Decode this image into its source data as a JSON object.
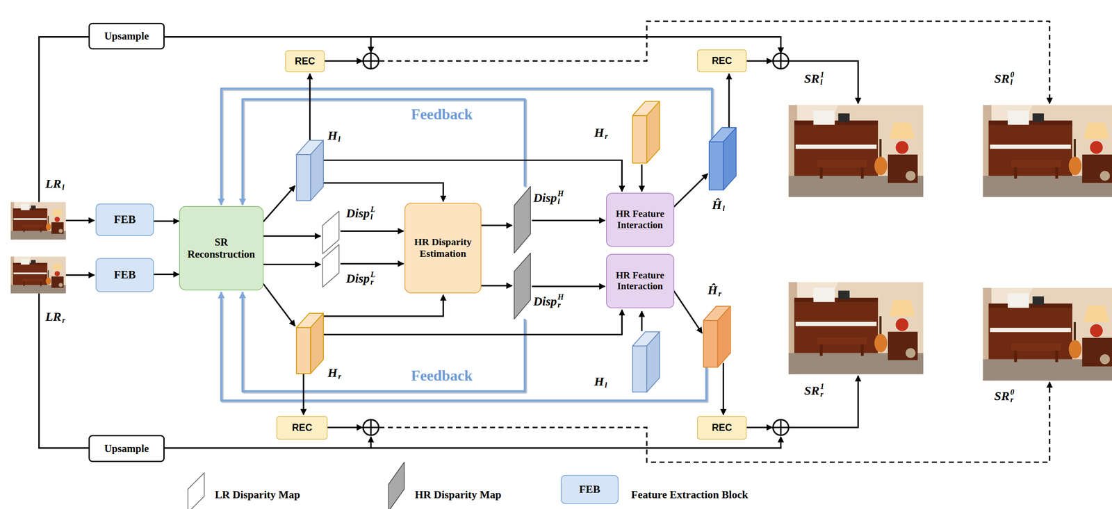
{
  "diagram": {
    "nodes": [
      {
        "text": [
          "Upsample"
        ]
      },
      {
        "text": [
          "REC"
        ]
      },
      {
        "text": [
          "REC"
        ]
      },
      {
        "text": [
          "FEB"
        ]
      },
      {
        "text": [
          "FEB"
        ]
      },
      {
        "text": [
          "SR Reconstruction"
        ]
      },
      {
        "text": [
          "HR Disparity Estimation"
        ]
      },
      {
        "text": [
          "HR Feature Interaction"
        ]
      },
      {
        "text": [
          "HR Feature Interaction"
        ]
      },
      {
        "text": [
          "REC"
        ]
      },
      {
        "text": [
          "REC"
        ]
      },
      {
        "text": [
          "Upsample"
        ]
      }
    ],
    "edges": [
      {
        "from": 3,
        "to": 5,
        "arrow": "to"
      },
      {
        "from": 4,
        "to": 5,
        "arrow": "to"
      }
    ],
    "labels": [
      "LR",
      "l",
      "LR",
      "r",
      "H",
      "l",
      "Disp",
      "L",
      "l",
      "Disp",
      "L",
      "r",
      "H",
      "r",
      "Disp",
      "H",
      "l",
      "Disp",
      "H",
      "r",
      "H",
      "r",
      "H",
      "l",
      "Ĥ",
      "l",
      "Ĥ",
      "r",
      "SR",
      "1",
      "l",
      "SR",
      "0",
      "l",
      "SR",
      "1",
      "r",
      "SR",
      "0",
      "r",
      "Feedback",
      "Feedback",
      "FEB"
    ],
    "legend": [
      {
        "text": "LR Disparity Map"
      },
      {
        "text": "HR Disparity Map"
      },
      {
        "text": "Feature Extraction Block",
        "color": "#d5e5f7"
      }
    ]
  }
}
